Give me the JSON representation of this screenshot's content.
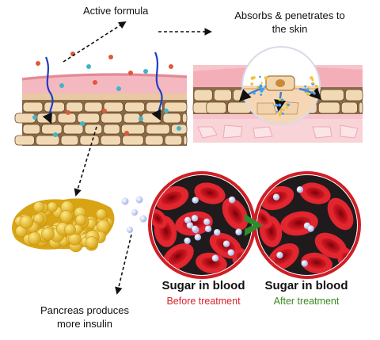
{
  "labels": {
    "active_formula": "Active formula",
    "absorbs_line1": "Absorbs & penetrates to",
    "absorbs_line2": "the skin",
    "pancreas_line1": "Pancreas produces",
    "pancreas_line2": "more insulin"
  },
  "before": {
    "title": "Sugar in blood",
    "subtitle": "Before treatment"
  },
  "after": {
    "title": "Sugar in blood",
    "subtitle": "After treatment"
  },
  "colors": {
    "before_subtitle": "#d8232a",
    "after_subtitle": "#3a8a1e",
    "comparison_arrow": "#2e8b2e",
    "blood_cell": "#c4121b",
    "glucose": "#dfe6ff",
    "pancreas": "#e2b520",
    "skin_pink": "#f3b5bd",
    "cell_beige": "#f1d9b4"
  },
  "icons": {
    "comparison": "greater-than-arrow",
    "flow": "dashed-arrow"
  }
}
